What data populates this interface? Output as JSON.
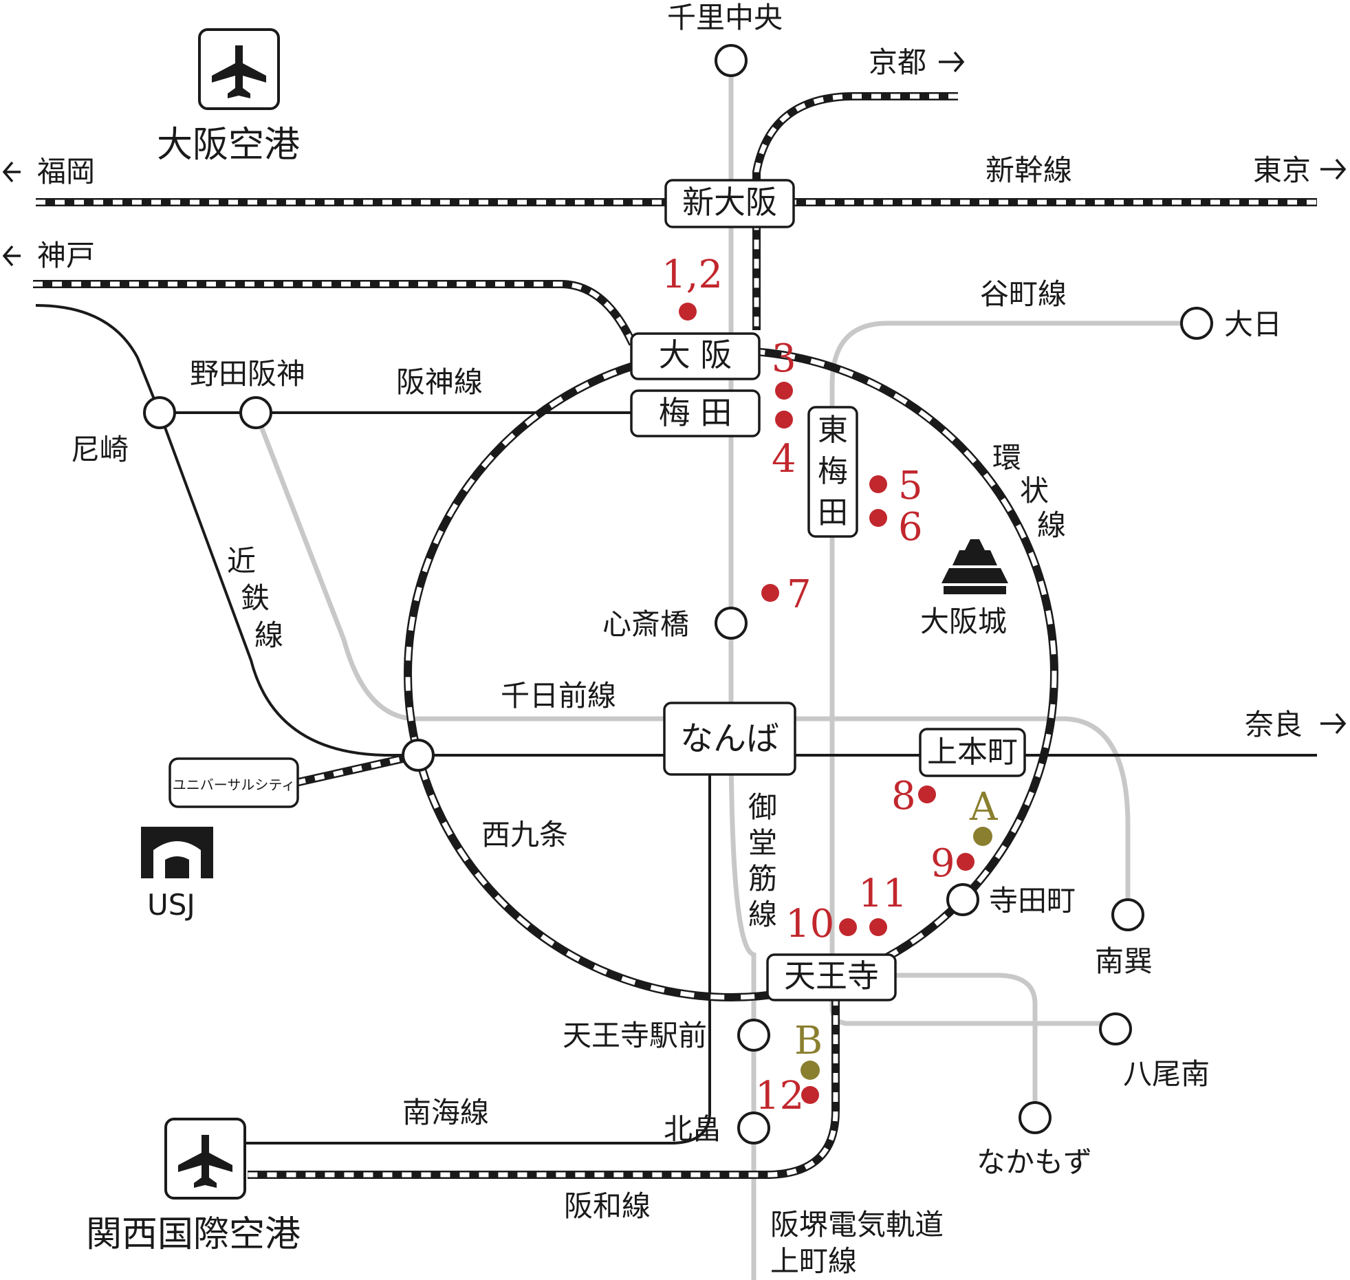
{
  "colors": {
    "line": "#1a1a1a",
    "subway": "#c8c8c8",
    "point_red": "#c1272d",
    "point_olive": "#8a7f2f"
  },
  "icons": {
    "airport": "airplane-icon",
    "castle": "castle-icon",
    "usj": "gate-icon",
    "arrow": "arrow-icon"
  },
  "airports": {
    "itami": "大阪空港",
    "kansai": "関西国際空港"
  },
  "lines": {
    "shinkansen": "新幹線",
    "hanshin": "阪神線",
    "kintetsu": [
      "近",
      "鉄",
      "線"
    ],
    "loop": [
      "環",
      "状",
      "線"
    ],
    "tanimachi": "谷町線",
    "sennichimae": "千日前線",
    "midosuji": [
      "御",
      "堂",
      "筋",
      "線"
    ],
    "nankai": "南海線",
    "hanwa": "阪和線",
    "hankai": [
      "阪堺電気軌道",
      "上町線"
    ]
  },
  "directions": {
    "fukuoka": "福岡",
    "kobe": "神戸",
    "kyoto": "京都",
    "tokyo": "東京",
    "nara": "奈良"
  },
  "stations": {
    "senri": "千里中央",
    "dainichi": "大日",
    "nodahanshin": "野田阪神",
    "amagasaki": "尼崎",
    "shinsaibashi": "心斎橋",
    "nishikujo": "西九条",
    "teradacho": "寺田町",
    "minamitatsumi": "南巽",
    "yaominami": "八尾南",
    "nakamozu": "なかもず",
    "tennojiekimae": "天王寺駅前",
    "kitabatake": "北畠"
  },
  "boxes": {
    "shinosaka": "新大阪",
    "osaka": "大 阪",
    "umeda": "梅 田",
    "higashiumeda": [
      "東",
      "梅",
      "田"
    ],
    "namba": "なんば",
    "uehommachi": "上本町",
    "tennoji": "天王寺",
    "universal": "ユニバーサルシティ"
  },
  "landmarks": {
    "osakajo": "大阪城",
    "usj": "USJ"
  },
  "points": [
    "1,2",
    "3",
    "4",
    "5",
    "6",
    "7",
    "8",
    "9",
    "10",
    "11",
    "12",
    "A",
    "B"
  ]
}
